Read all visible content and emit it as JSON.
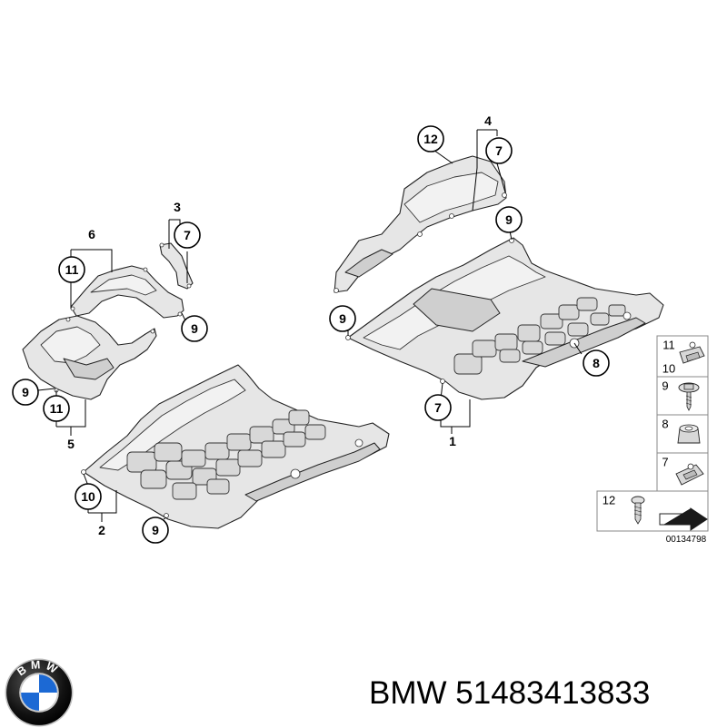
{
  "diagram": {
    "callouts": [
      {
        "label": "12"
      },
      {
        "label": "7"
      },
      {
        "label": "4"
      },
      {
        "label": "9"
      },
      {
        "label": "9"
      },
      {
        "label": "8"
      },
      {
        "label": "7"
      },
      {
        "label": "1"
      },
      {
        "label": "3"
      },
      {
        "label": "7"
      },
      {
        "label": "6"
      },
      {
        "label": "11"
      },
      {
        "label": "9"
      },
      {
        "label": "9"
      },
      {
        "label": "11"
      },
      {
        "label": "5"
      },
      {
        "label": "10"
      },
      {
        "label": "2"
      },
      {
        "label": "9"
      }
    ],
    "legend": [
      {
        "numbers": [
          "11",
          "10"
        ],
        "icon": "clip-nut-icon"
      },
      {
        "numbers": [
          "9"
        ],
        "icon": "screw-icon"
      },
      {
        "numbers": [
          "8"
        ],
        "icon": "expanding-nut-icon"
      },
      {
        "numbers": [
          "7"
        ],
        "icon": "clip-nut-icon"
      },
      {
        "numbers": [
          "12"
        ],
        "icon": "screw-icon"
      }
    ],
    "reference_number": "00134798"
  },
  "footer": {
    "brand": "BMW",
    "part_number": "51483413833",
    "logo_letters": "BMW"
  }
}
